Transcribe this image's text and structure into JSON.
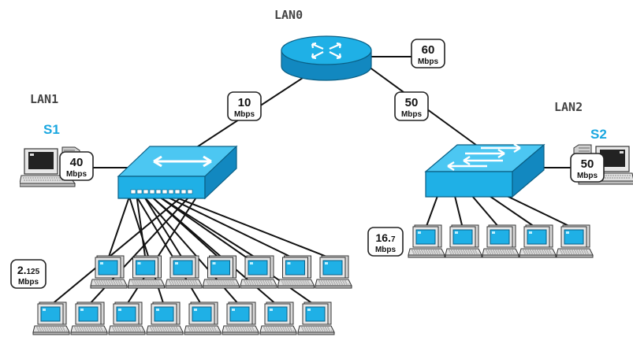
{
  "lans": {
    "lan0": "LAN0",
    "lan1": "LAN1",
    "lan2": "LAN2"
  },
  "servers": {
    "s1": "S1",
    "s2": "S2"
  },
  "badges": {
    "router": {
      "value": "60",
      "unit": "Mbps"
    },
    "link_lan1": {
      "value": "10",
      "unit": "Mbps"
    },
    "link_lan2": {
      "value": "50",
      "unit": "Mbps"
    },
    "s1": {
      "value": "40",
      "unit": "Mbps"
    },
    "s2": {
      "value": "50",
      "unit": "Mbps"
    },
    "lan1_host": {
      "value_main": "2.",
      "value_small": "125",
      "unit": "Mbps"
    },
    "lan2_host": {
      "value_main": "16.",
      "value_small": "7",
      "unit": "Mbps"
    }
  },
  "icons": {
    "router": "router-icon",
    "switch": "switch-icon",
    "workstation": "workstation-icon",
    "server": "server-icon"
  },
  "colors": {
    "device_blue": "#1fb0e6",
    "device_blue_dark": "#1288c0",
    "server_label": "#1aa7e0"
  },
  "topology": {
    "lan1_workstations": 15,
    "lan2_workstations": 5
  }
}
